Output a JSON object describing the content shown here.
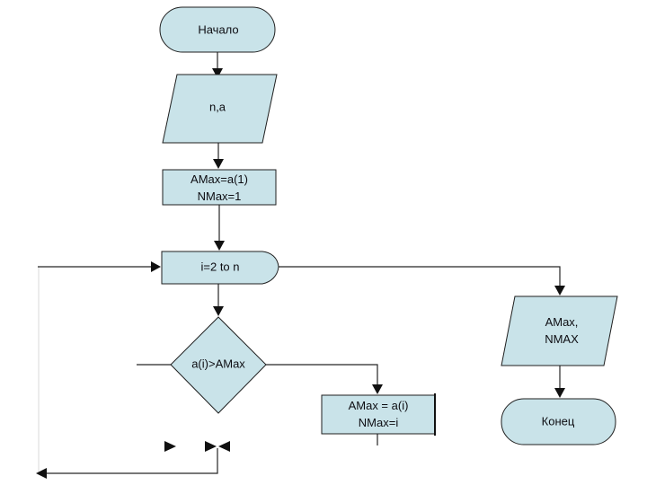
{
  "diagram_type": "flowchart",
  "colors": {
    "node_fill": "#c9e3e9",
    "node_border": "#1f1f1f",
    "connector": "#262626",
    "loopback_line": "#d9d9d9",
    "text": "#0d0d12",
    "background": "#ffffff"
  },
  "nodes": {
    "start": {
      "label": "Начало",
      "shape": "terminator"
    },
    "input": {
      "label": "n,a",
      "shape": "parallelogram"
    },
    "init": {
      "label": "AMax=a(1)\nNMax=1",
      "shape": "process"
    },
    "loop": {
      "label": "i=2 to n",
      "shape": "loop-begin"
    },
    "decision": {
      "label": "a(i)>AMax",
      "shape": "decision"
    },
    "assign": {
      "label": "AMax = a(i)\nNMax=i",
      "shape": "process"
    },
    "output": {
      "label": "AMax,\nNMAX",
      "shape": "parallelogram"
    },
    "end": {
      "label": "Конец",
      "shape": "terminator"
    }
  },
  "edges": [
    "start -> input",
    "input -> init",
    "init -> loop",
    "loop -> decision",
    "decision -> assign (right branch)",
    "decision -> merge (left stub)",
    "assign -> merge",
    "merge -> loopback -> loop",
    "loop -> output (exit)",
    "output -> end"
  ]
}
